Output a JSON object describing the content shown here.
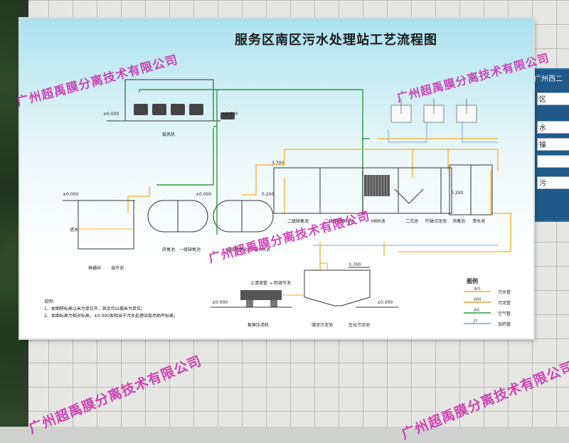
{
  "title": "服务区南区污水处理站工艺流程图",
  "side_panel": {
    "title": "广州西二",
    "cells": [
      "区",
      "水",
      "操",
      "",
      "污"
    ]
  },
  "watermark": "广州超禹膜分离技术有限公司",
  "levels": {
    "top_left": "±0.000",
    "top_right": "±0.000",
    "mid_left": "±0.000",
    "mid_right": "±0.000",
    "bio": "0.200",
    "tank1": "3.700",
    "tank2": "0.200",
    "sludge": "3.700",
    "press_left": "±0.000",
    "press_right": "±0.000"
  },
  "units": {
    "blower": "鼓风机",
    "lift_pool": "格栅井",
    "eq_tank": "调节池",
    "anaerobic": "厌氧池",
    "anoxic": "一级缺氧池",
    "contact_ox1": "一级接触氧化池",
    "mid_tank": "中间水池",
    "anoxic2": "二级缺氧池",
    "contact_ox2": "二级接触氧化池",
    "mbr": "MBR池",
    "sed2": "二沉池",
    "mud": "叶脉污泥池",
    "disinfect": "消毒池",
    "clean_tank": "清水池",
    "press": "板框压滤机",
    "thick": "储泥污泥池",
    "bio_sludge": "生化污泥池",
    "sludge_note": "上清液管 → 回调节池",
    "wall_in": "进水"
  },
  "notes": {
    "title": "说明：",
    "line1": "1、本图除标高以米为单位外，其余均以毫米为单位；",
    "line2": "2、本图标高为相对标高，±0.000本相当于污水处理站现场地坪标高；"
  },
  "legend": {
    "title": "图例",
    "items": [
      {
        "code": "WS",
        "label": "污水管",
        "color": "#f2b021"
      },
      {
        "code": "WN",
        "label": "污泥管",
        "color": "#e8a33a"
      },
      {
        "code": "AR",
        "label": "空气管",
        "color": "#2e9b3c"
      },
      {
        "code": "JY",
        "label": "加药管",
        "color": "#7aa6d8"
      }
    ]
  },
  "colors": {
    "sewage": "#f2b021",
    "sludge": "#e8a33a",
    "air": "#2e9b3c",
    "dosing": "#7aa6d8",
    "watermark": "#c81eaa"
  }
}
